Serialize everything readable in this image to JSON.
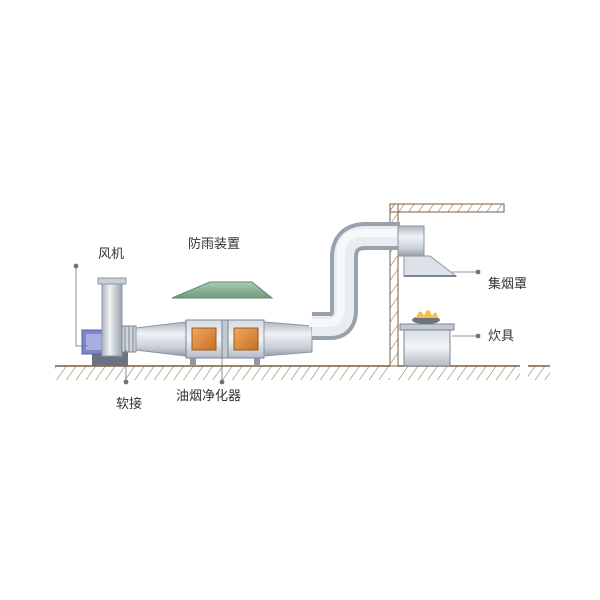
{
  "labels": {
    "fan": "风机",
    "rain_cover": "防雨装置",
    "hood": "集烟罩",
    "stove": "炊具",
    "flex_joint": "软接",
    "purifier": "油烟净化器"
  },
  "colors": {
    "duct_light": "#e4e8ee",
    "duct_mid": "#b8c0cb",
    "duct_dark": "#8e97a3",
    "purifier_window": "#d98a3a",
    "rain_cover": "#8fb79b",
    "fan_accent": "#7d86cc",
    "ground_hatch": "#9a7b5c",
    "flame": "#f3c04a"
  }
}
